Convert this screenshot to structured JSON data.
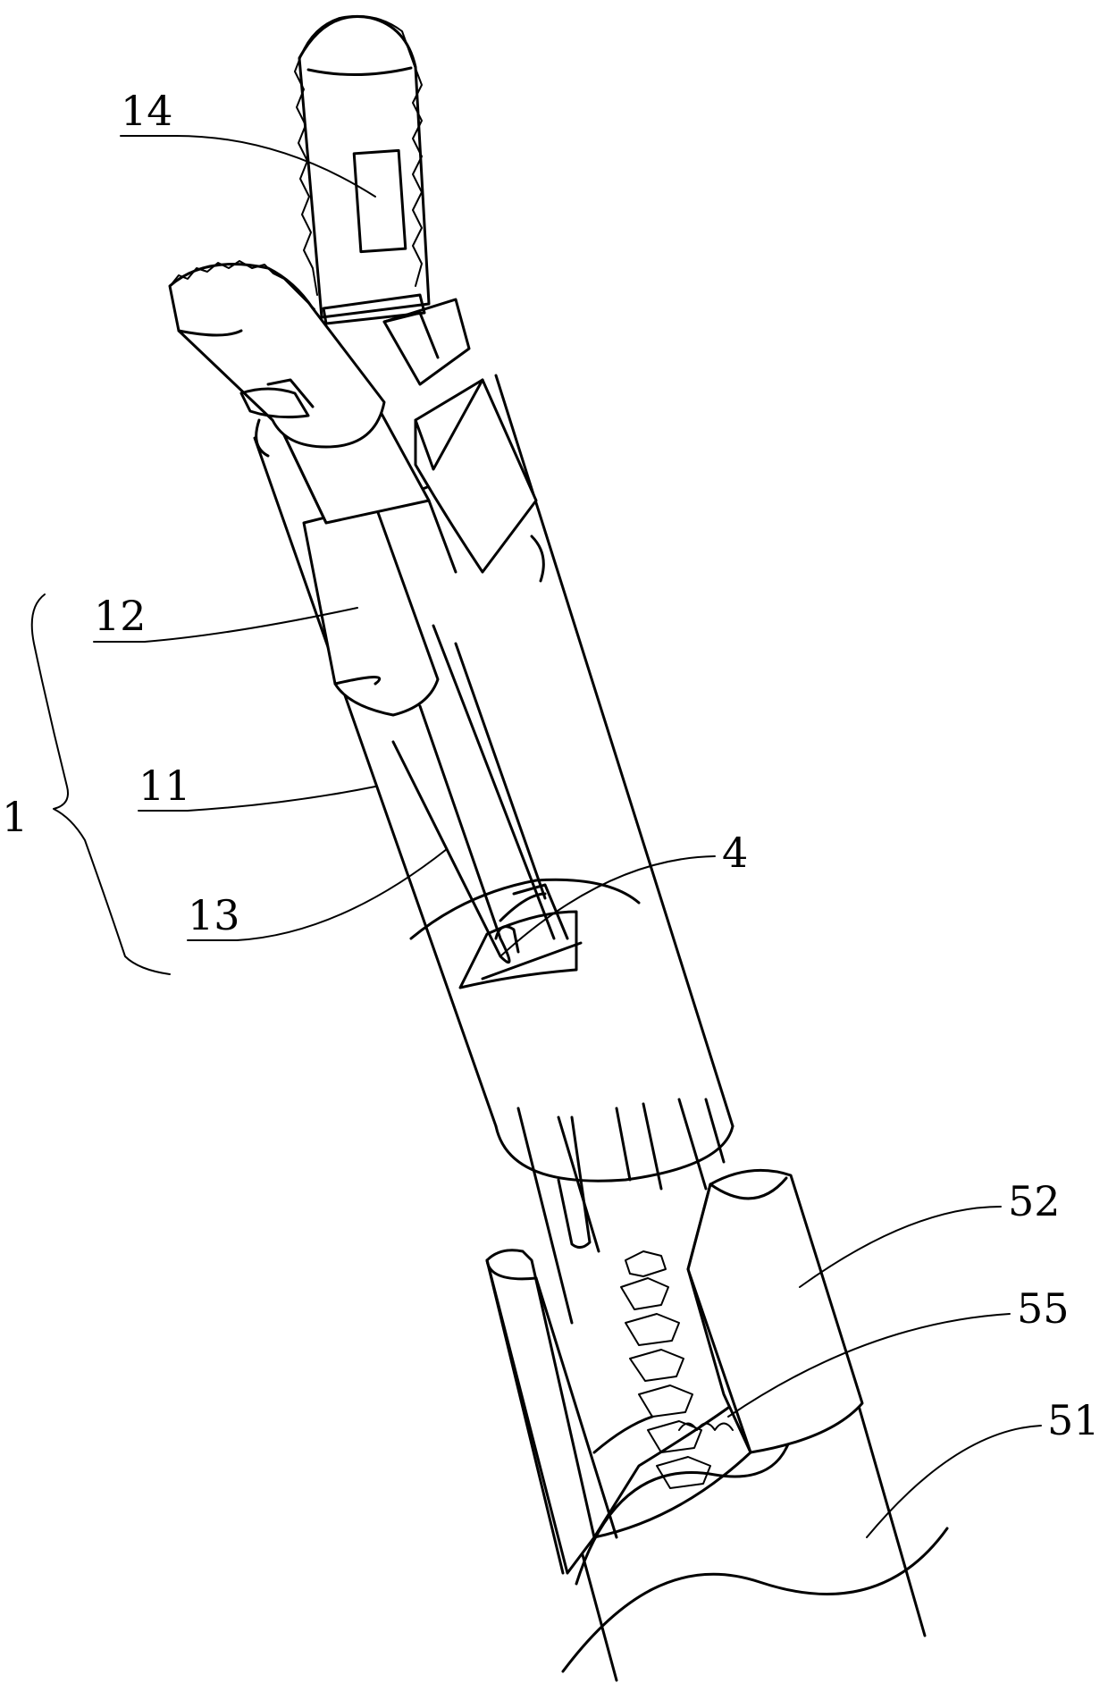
{
  "figure": {
    "labels": {
      "l14": "14",
      "l12": "12",
      "l11": "11",
      "l1": "1",
      "l13": "13",
      "l4": "4",
      "l52": "52",
      "l55": "55",
      "l51": "51"
    }
  }
}
